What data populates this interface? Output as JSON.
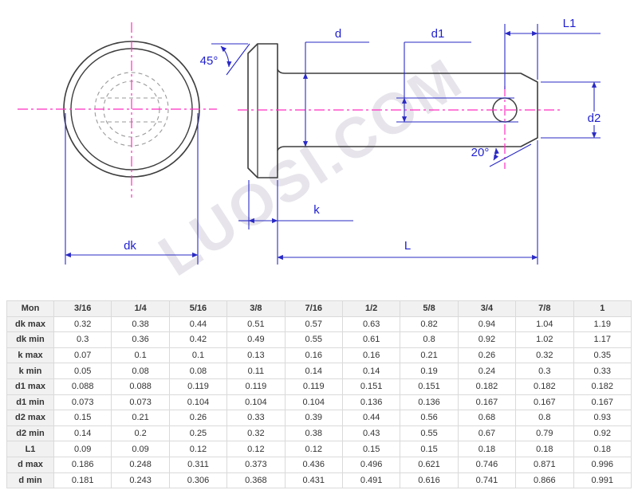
{
  "drawing": {
    "watermark": "LUOSI.COM",
    "labels": {
      "dk": "dk",
      "k": "k",
      "L": "L",
      "d": "d",
      "d1": "d1",
      "L1": "L1",
      "d2": "d2",
      "head_chamfer_angle": "45°",
      "end_chamfer_angle": "20°"
    },
    "colors": {
      "dimension_blue": "#2a2ac6",
      "centerline_magenta": "#ff2fc2",
      "outline_black": "#3d3d3d",
      "hidden_gray": "#9a9a9a"
    }
  },
  "table": {
    "columns": [
      "Mon",
      "3/16",
      "1/4",
      "5/16",
      "3/8",
      "7/16",
      "1/2",
      "5/8",
      "3/4",
      "7/8",
      "1"
    ],
    "rows": [
      {
        "label": "dk max",
        "values": [
          "0.32",
          "0.38",
          "0.44",
          "0.51",
          "0.57",
          "0.63",
          "0.82",
          "0.94",
          "1.04",
          "1.19"
        ]
      },
      {
        "label": "dk min",
        "values": [
          "0.3",
          "0.36",
          "0.42",
          "0.49",
          "0.55",
          "0.61",
          "0.8",
          "0.92",
          "1.02",
          "1.17"
        ]
      },
      {
        "label": "k max",
        "values": [
          "0.07",
          "0.1",
          "0.1",
          "0.13",
          "0.16",
          "0.16",
          "0.21",
          "0.26",
          "0.32",
          "0.35"
        ]
      },
      {
        "label": "k min",
        "values": [
          "0.05",
          "0.08",
          "0.08",
          "0.11",
          "0.14",
          "0.14",
          "0.19",
          "0.24",
          "0.3",
          "0.33"
        ]
      },
      {
        "label": "d1 max",
        "values": [
          "0.088",
          "0.088",
          "0.119",
          "0.119",
          "0.119",
          "0.151",
          "0.151",
          "0.182",
          "0.182",
          "0.182"
        ]
      },
      {
        "label": "d1 min",
        "values": [
          "0.073",
          "0.073",
          "0.104",
          "0.104",
          "0.104",
          "0.136",
          "0.136",
          "0.167",
          "0.167",
          "0.167"
        ]
      },
      {
        "label": "d2 max",
        "values": [
          "0.15",
          "0.21",
          "0.26",
          "0.33",
          "0.39",
          "0.44",
          "0.56",
          "0.68",
          "0.8",
          "0.93"
        ]
      },
      {
        "label": "d2 min",
        "values": [
          "0.14",
          "0.2",
          "0.25",
          "0.32",
          "0.38",
          "0.43",
          "0.55",
          "0.67",
          "0.79",
          "0.92"
        ]
      },
      {
        "label": "L1",
        "values": [
          "0.09",
          "0.09",
          "0.12",
          "0.12",
          "0.12",
          "0.15",
          "0.15",
          "0.18",
          "0.18",
          "0.18"
        ]
      },
      {
        "label": "d max",
        "values": [
          "0.186",
          "0.248",
          "0.311",
          "0.373",
          "0.436",
          "0.496",
          "0.621",
          "0.746",
          "0.871",
          "0.996"
        ]
      },
      {
        "label": "d min",
        "values": [
          "0.181",
          "0.243",
          "0.306",
          "0.368",
          "0.431",
          "0.491",
          "0.616",
          "0.741",
          "0.866",
          "0.991"
        ]
      }
    ]
  }
}
